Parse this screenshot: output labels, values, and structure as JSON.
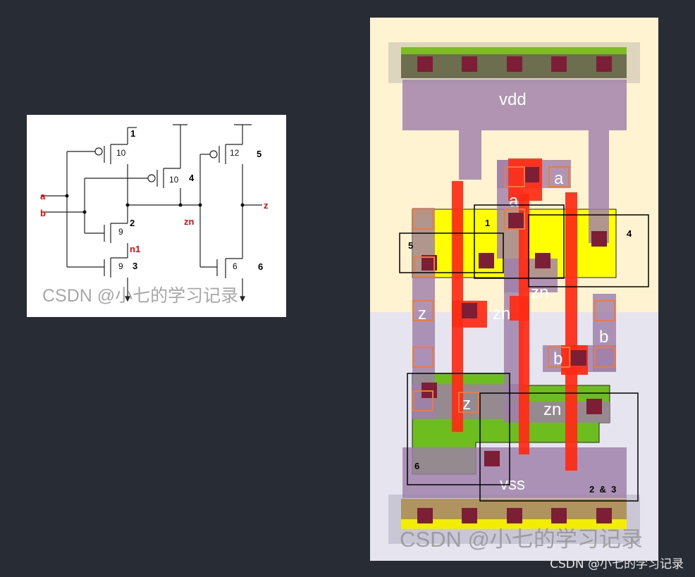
{
  "schematic": {
    "inputs": {
      "a": "a",
      "b": "b"
    },
    "nets": {
      "zn": "zn",
      "n1": "n1",
      "z": "z"
    },
    "transistors": [
      {
        "id": "1",
        "size": "10"
      },
      {
        "id": "4",
        "size": "10"
      },
      {
        "id": "5",
        "size": "12"
      },
      {
        "id": "2",
        "size": "9"
      },
      {
        "id": "3",
        "size": "9"
      },
      {
        "id": "6",
        "size": "6"
      }
    ],
    "watermark": "CSDN @小七的学习记录"
  },
  "layout": {
    "rails": {
      "vdd": "vdd",
      "vss": "vss"
    },
    "labels": {
      "a_pin": "a",
      "a_poly": "a",
      "zn_upper": "zn",
      "zn_mid": "zn",
      "zn_lower": "zn",
      "z_left": "z",
      "z_lower": "z",
      "b_right": "b",
      "b_pin": "b"
    },
    "box_labels": {
      "box1": "1",
      "box4": "4",
      "box5": "5",
      "box6": "6",
      "box23": "2  &  3"
    },
    "watermark": "CSDN @小七的学习记录"
  },
  "page_watermark": "CSDN @小七的学习记录",
  "colors": {
    "background": "#282c34",
    "metal1": "#9f7fab",
    "poly": "#ff2b14",
    "n_diffusion": "#6ebd1e",
    "p_diffusion": "#ffff00",
    "nwell": "#fff3d2",
    "contact": "#7b1e36",
    "net_label": "#ff0000"
  }
}
